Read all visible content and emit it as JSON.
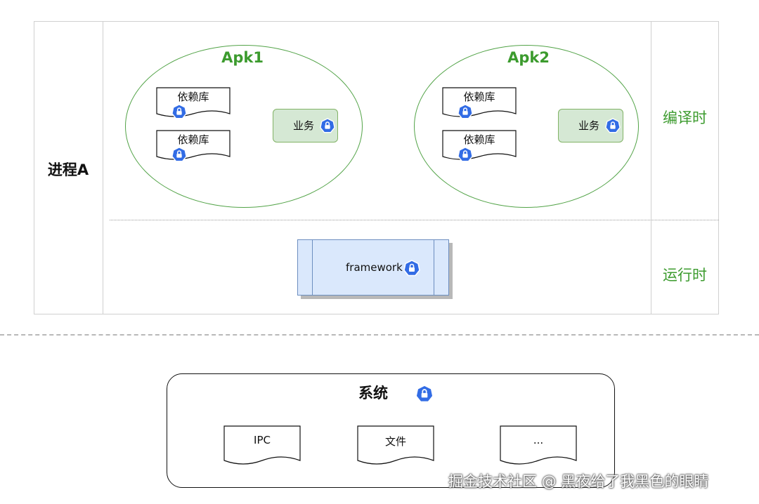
{
  "process": {
    "label": "进程A"
  },
  "phases": {
    "compile": "编译时",
    "runtime": "运行时"
  },
  "apks": [
    {
      "title": "Apk1",
      "deps": [
        "依赖库",
        "依赖库"
      ],
      "business": "业务"
    },
    {
      "title": "Apk2",
      "deps": [
        "依赖库",
        "依赖库"
      ],
      "business": "业务"
    }
  ],
  "framework": {
    "label": "framework"
  },
  "system": {
    "title": "系统",
    "items": [
      "IPC",
      "文件",
      "..."
    ]
  },
  "watermark": "掘金技术社区 @ 黑夜给了我黑色的眼睛",
  "colors": {
    "green_accent": "#3c9b2e",
    "ellipse_stroke": "#52a347",
    "business_fill": "#d5e8d4",
    "framework_fill": "#dae8fc",
    "lock_icon": "#326ce5"
  },
  "icons": {
    "security": "lock-icon"
  }
}
